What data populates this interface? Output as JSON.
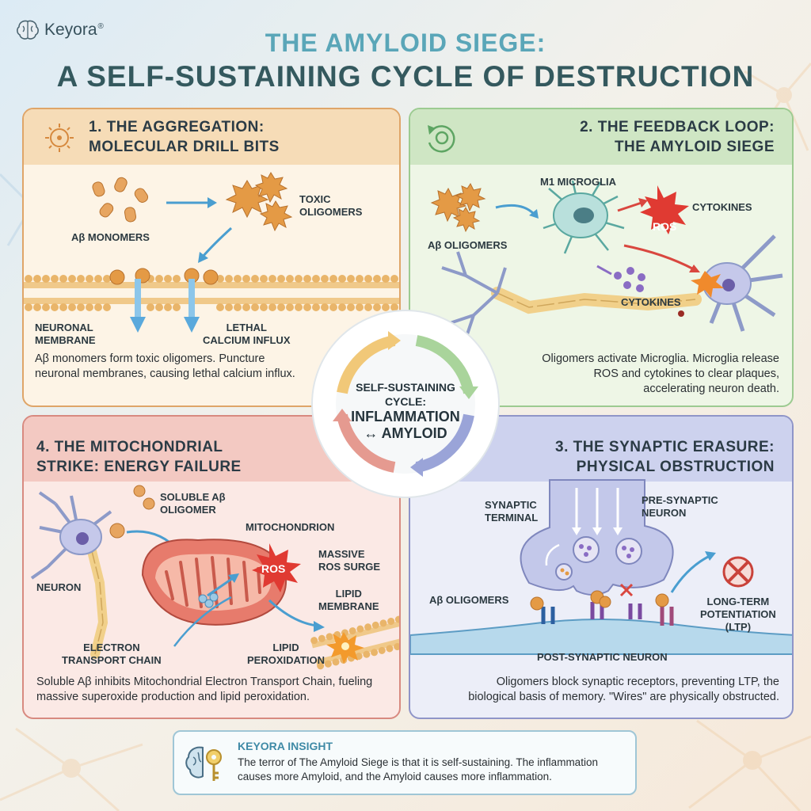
{
  "brand": {
    "name": "Keyora",
    "registered": "®"
  },
  "title": {
    "line1": "THE AMYLOID SIEGE:",
    "line2": "A SELF-SUSTAINING CYCLE OF DESTRUCTION"
  },
  "panels": {
    "aggregation": {
      "title": "1. THE AGGREGATION:\nMOLECULAR DRILL BITS",
      "labels": {
        "monomers": "Aβ MONOMERS",
        "toxic_oligomers": "TOXIC\nOLIGOMERS",
        "membrane": "NEURONAL\nMEMBRANE",
        "calcium": "LETHAL\nCALCIUM INFLUX"
      },
      "description": "Aβ monomers form toxic oligomers. Puncture neuronal membranes, causing lethal calcium influx."
    },
    "feedback": {
      "title": "2. THE FEEDBACK LOOP:\nTHE AMYLOID SIEGE",
      "labels": {
        "microglia": "M1 MICROGLIA",
        "cytokines_top": "CYTOKINES",
        "ros": "ROS",
        "oligomers": "Aβ OLIGOMERS",
        "cytokines_bottom": "CYTOKINES"
      },
      "description": "Oligomers activate Microglia. Microglia release ROS and cytokines to clear plaques, accelerating neuron death."
    },
    "synaptic": {
      "title": "3. THE SYNAPTIC ERASURE:\nPHYSICAL OBSTRUCTION",
      "labels": {
        "terminal": "SYNAPTIC\nTERMINAL",
        "presynaptic": "PRE-SYNAPTIC\nNEURON",
        "oligomers": "Aβ OLIGOMERS",
        "ltp": "LONG-TERM\nPOTENTIATION\n(LTP)",
        "postsynaptic": "POST-SYNAPTIC NEURON"
      },
      "description": "Oligomers block synaptic receptors, preventing LTP, the biological basis of memory. \"Wires\" are physically obstructed."
    },
    "mitochondrial": {
      "title": "4. THE MITOCHONDRIAL\nSTRIKE: ENERGY FAILURE",
      "labels": {
        "soluble": "SOLUBLE Aβ\nOLIGOMER",
        "mitochondrion": "MITOCHONDRION",
        "ros": "ROS",
        "ros_surge": "MASSIVE\nROS SURGE",
        "neuron": "NEURON",
        "lipid_membrane": "LIPID\nMEMBRANE",
        "etc": "ELECTRON\nTRANSPORT CHAIN",
        "peroxidation": "LIPID\nPEROXIDATION"
      },
      "description": "Soluble Aβ inhibits Mitochondrial Electron Transport Chain, fueling massive superoxide production and lipid peroxidation."
    }
  },
  "center": {
    "line1": "SELF-SUSTAINING\nCYCLE:",
    "line2": "INFLAMMATION\n↔ AMYLOID"
  },
  "insight": {
    "title": "KEYORA INSIGHT",
    "text": "The terror of The Amyloid Siege is that it is self-sustaining. The inflammation causes more Amyloid, and the Amyloid causes more inflammation."
  },
  "colors": {
    "aggregation": "#dfa568",
    "feedback": "#9ccb91",
    "synaptic": "#8f95c8",
    "mitochondrial": "#d88a80",
    "accent": "#3f8aa6"
  }
}
